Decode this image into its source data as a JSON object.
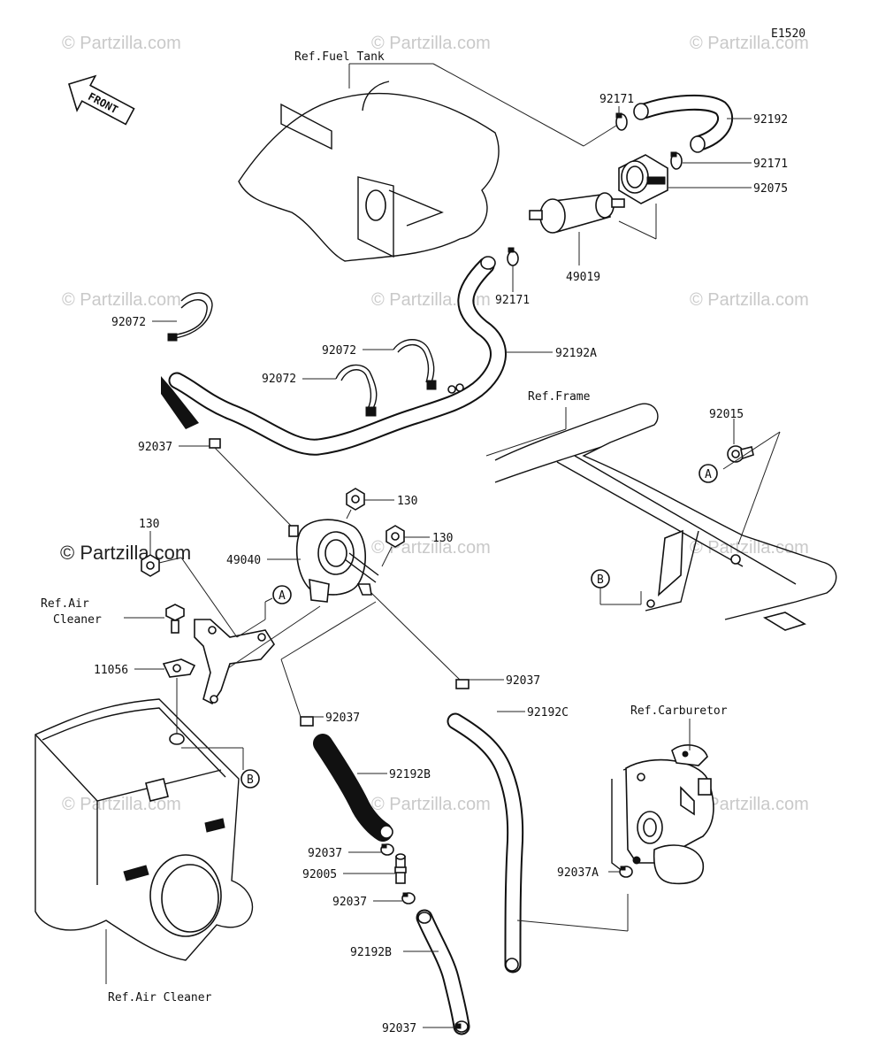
{
  "diagram_code": "E1520",
  "front_arrow_label": "FRONT",
  "watermarks": {
    "faint": "© Partzilla.com",
    "prominent": "© Partzilla.com"
  },
  "references": {
    "fuel_tank": "Ref.Fuel Tank",
    "frame": "Ref.Frame",
    "air_cleaner_top_line1": "Ref.Air",
    "air_cleaner_top_line2": "Cleaner",
    "carburetor": "Ref.Carburetor",
    "air_cleaner_bottom": "Ref.Air Cleaner"
  },
  "callouts": {
    "A": "A",
    "B": "B"
  },
  "part_labels": {
    "p92171_top": "92171",
    "p92192": "92192",
    "p92171_mid": "92171",
    "p92075": "92075",
    "p49019": "49019",
    "p92171_low": "92171",
    "p92072_a": "92072",
    "p92072_b": "92072",
    "p92072_c": "92072",
    "p92192A": "92192A",
    "p92015": "92015",
    "p92037_a": "92037",
    "p130_a": "130",
    "p130_b": "130",
    "p130_c": "130",
    "p49040": "49040",
    "p11056": "11056",
    "p92037_b": "92037",
    "p92037_c": "92037",
    "p92192C": "92192C",
    "p92192B_a": "92192B",
    "p92037_d": "92037",
    "p92005": "92005",
    "p92037_e": "92037",
    "p92037A": "92037A",
    "p92192B_b": "92192B",
    "p92037_f": "92037"
  }
}
